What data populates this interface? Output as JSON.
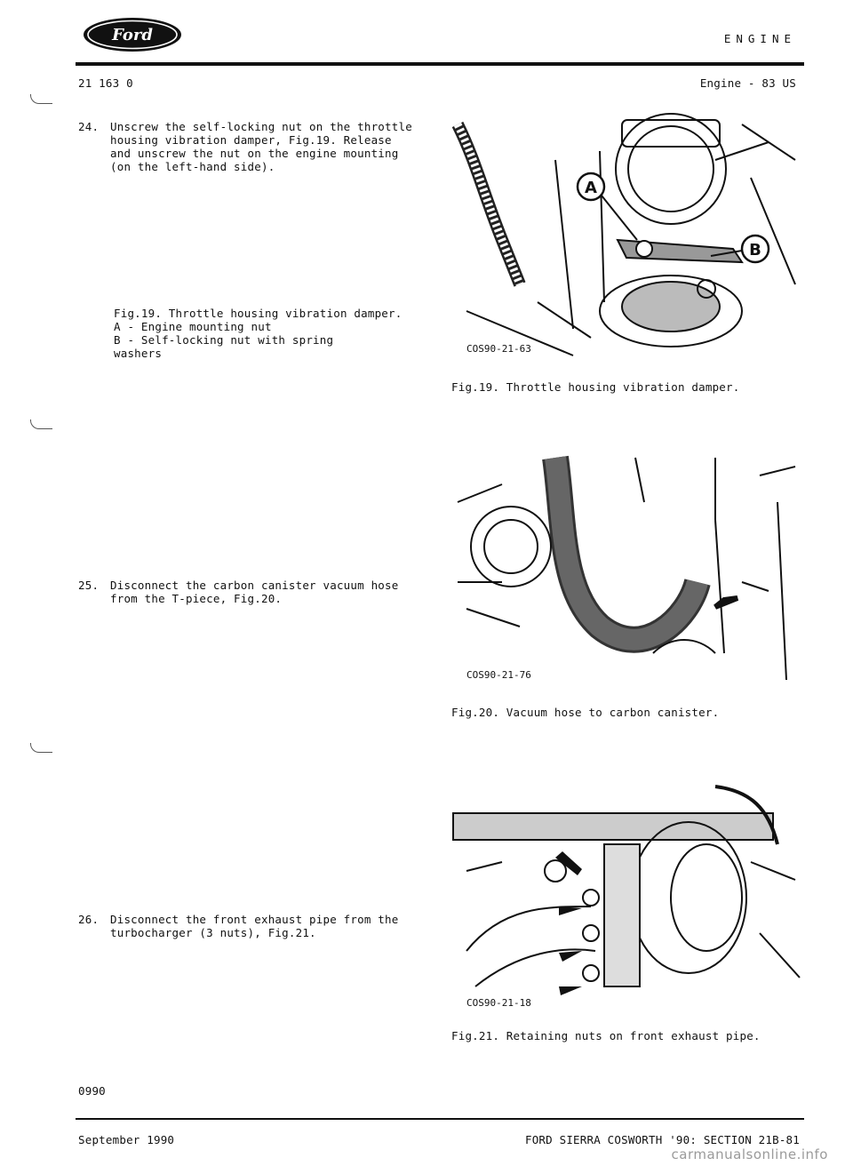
{
  "header": {
    "brand": "Ford",
    "section_title": "ENGINE",
    "doc_number": "21 163 0",
    "engine_code": "Engine - 83 US"
  },
  "steps": [
    {
      "number": "24.",
      "text": "Unscrew the self-locking nut on the throttle\nhousing vibration damper, Fig.19.  Release\nand unscrew the nut on the engine mounting\n(on the left-hand side)."
    },
    {
      "number": "25.",
      "text": "Disconnect the carbon canister vacuum hose\nfrom the T-piece, Fig.20."
    },
    {
      "number": "26.",
      "text": "Disconnect the front exhaust pipe from the\nturbocharger (3 nuts), Fig.21."
    }
  ],
  "fig19_note": "Fig.19. Throttle housing vibration damper.\n        A - Engine mounting nut\n        B - Self-locking nut with spring\n            washers",
  "figures": [
    {
      "code": "COS90-21-63",
      "caption": "Fig.19. Throttle housing vibration damper.",
      "label_a": "A",
      "label_b": "B"
    },
    {
      "code": "COS90-21-76",
      "caption": "Fig.20. Vacuum hose to carbon canister."
    },
    {
      "code": "COS90-21-18",
      "caption": "Fig.21. Retaining nuts on front exhaust pipe."
    }
  ],
  "footer": {
    "code": "0990",
    "date": "September 1990",
    "reference": "FORD SIERRA COSWORTH '90: SECTION 21B-81"
  },
  "watermark": "carmanualsonline.info"
}
